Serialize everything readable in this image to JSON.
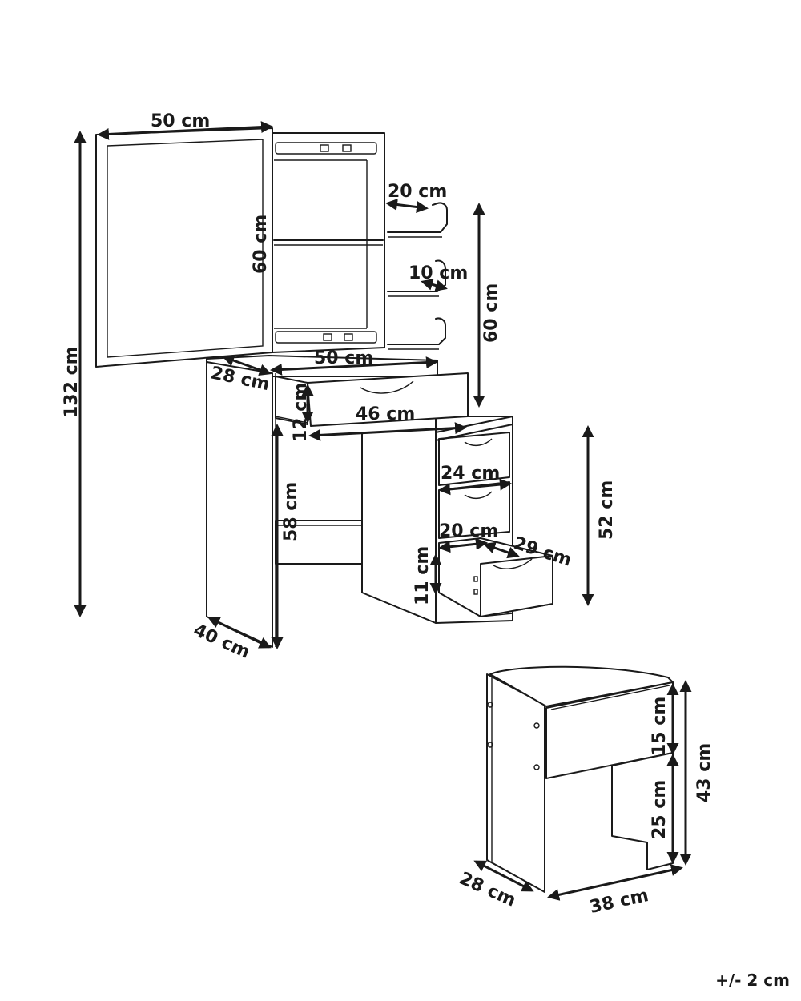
{
  "labels": {
    "mirror_width": "50 cm",
    "total_height": "132 cm",
    "mirror_height": "60 cm",
    "shelf_width": "20 cm",
    "shelf_depth": "10 cm",
    "side_shelf_height": "60 cm",
    "desk_width": "50 cm",
    "desk_depth_top": "28 cm",
    "drawer_width": "46 cm",
    "drawer_height": "12 cm",
    "leg_height": "58 cm",
    "desk_depth": "40 cm",
    "small_drawer_width": "24 cm",
    "inner_drawer_width": "20 cm",
    "drawer_depth": "29 cm",
    "small_drawer_height": "11 cm",
    "cabinet_height": "52 cm",
    "stool_seat_height": "15 cm",
    "stool_height": "43 cm",
    "stool_leg_height": "25 cm",
    "stool_depth": "28 cm",
    "stool_width": "38 cm"
  },
  "tolerance": "+/- 2 cm"
}
